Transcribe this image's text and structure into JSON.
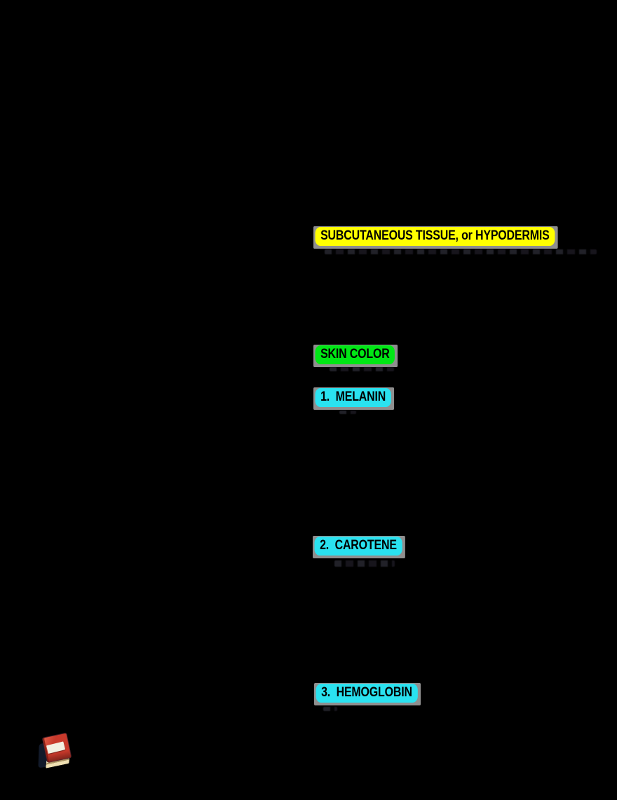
{
  "document": {
    "background_color": "#000000",
    "highlights": [
      {
        "id": "subcutaneous-hypodermis",
        "label": "SUBCUTANEOUS TISSUE, or HYPODERMIS",
        "highlight_color": "#ffff00",
        "text_color": "#000000"
      },
      {
        "id": "skin-color",
        "label": "SKIN COLOR",
        "highlight_color": "#00e715",
        "text_color": "#000000"
      },
      {
        "id": "melanin",
        "label": "1.  MELANIN",
        "highlight_color": "#2ae2f0",
        "text_color": "#000000"
      },
      {
        "id": "carotene",
        "label": "2.  CAROTENE",
        "highlight_color": "#2ae2f0",
        "text_color": "#000000"
      },
      {
        "id": "hemoglobin",
        "label": "3.  HEMOGLOBIN",
        "highlight_color": "#2ae2f0",
        "text_color": "#000000"
      }
    ],
    "fringe_color": "#8f8f8f",
    "icons": [
      {
        "id": "red-book",
        "name": "red-book-icon",
        "cover_color": "#c8392b",
        "label_color": "#f3efe2",
        "pages_color": "#efe0b2",
        "shadow_color": "#131b2c"
      }
    ]
  }
}
